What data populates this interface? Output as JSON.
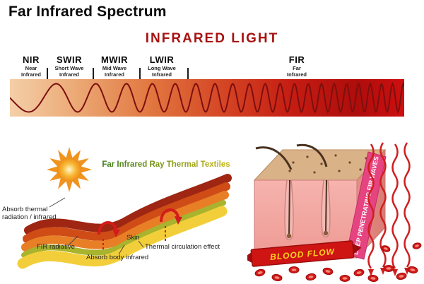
{
  "page": {
    "title": "Far Infrared Spectrum"
  },
  "spectrum": {
    "heading": "INFRARED LIGHT",
    "bands": [
      {
        "abbr": "NIR",
        "line1": "Near",
        "line2": "Infrared"
      },
      {
        "abbr": "SWIR",
        "line1": "Short Wave",
        "line2": "Infrared"
      },
      {
        "abbr": "MWIR",
        "line1": "Mid Wave",
        "line2": "Infrared"
      },
      {
        "abbr": "LWIR",
        "line1": "Long Wave",
        "line2": "Infrared"
      },
      {
        "abbr": "FIR",
        "line1": "Far",
        "line2": "Infrared"
      }
    ],
    "colors": {
      "heading": "#a81212",
      "bar_gradient_start": "#f4cfa8",
      "bar_gradient_end": "#ce0f0f",
      "wave": "#7d0f0f"
    }
  },
  "textile": {
    "title": "Far Infrared Ray Thermal Textiles",
    "labels": {
      "absorb_thermal_line1": "Absorb thermal",
      "absorb_thermal_line2": "radiation / infrared",
      "fir_radiative": "FIR radiative",
      "skin": "Skin",
      "absorb_body": "Absorb body infrared",
      "thermal_circulation": "Thermal circulation effect"
    },
    "title_colors": {
      "start": "#3f7d1f",
      "end": "#c8b616"
    }
  },
  "skin_block": {
    "ribbon_text": "DEEP PENETRATING FIR WAVES",
    "banner_text": "BLOOD FLOW",
    "colors": {
      "ribbon": "#e64481",
      "banner": "#cf1414",
      "banner_text": "#ffd21c"
    }
  }
}
